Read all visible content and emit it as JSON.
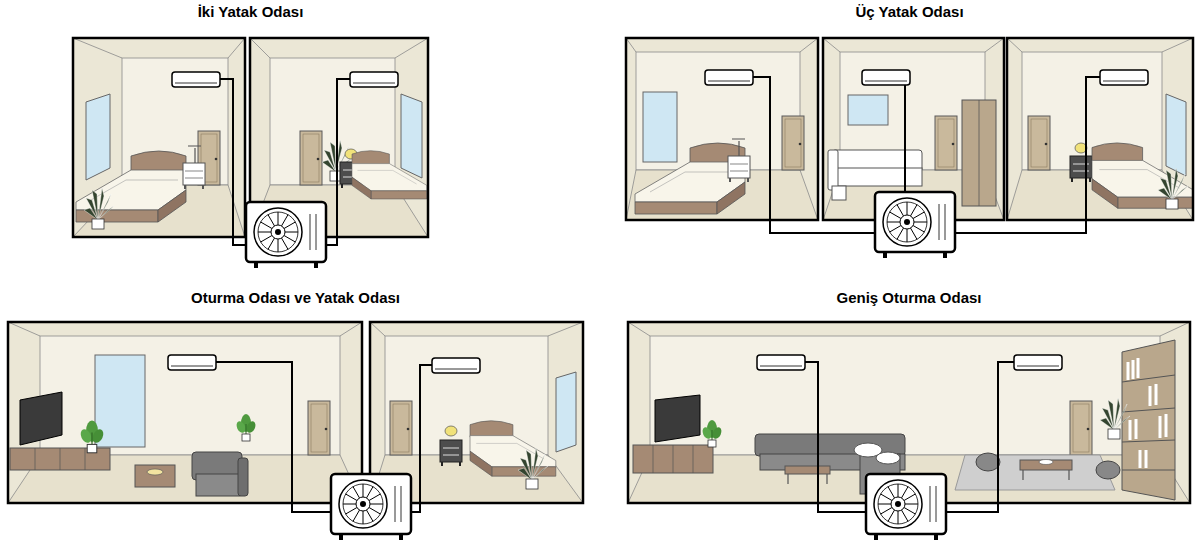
{
  "diagram": {
    "nodes": [
      {
        "text": [
          "İki Yatak Odası"
        ]
      },
      {
        "text": [
          "Üç Yatak Odası"
        ]
      },
      {
        "text": [
          "Oturma Odası ve Yatak Odası"
        ]
      },
      {
        "text": [
          "Geniş Oturma Odası"
        ]
      }
    ]
  }
}
